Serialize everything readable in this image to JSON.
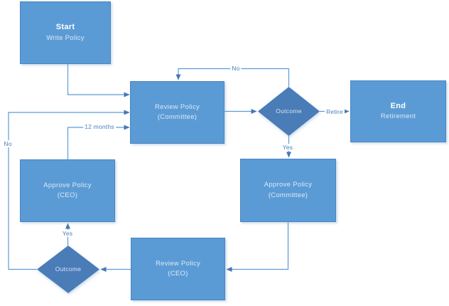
{
  "diagram": {
    "nodes": [
      {
        "id": "start",
        "type": "process",
        "title": "Start",
        "subtitle": "Write Policy"
      },
      {
        "id": "review-committee",
        "type": "process",
        "title": "Review Policy",
        "subtitle": "(Committee)"
      },
      {
        "id": "outcome-top",
        "type": "decision",
        "title": "Outcome"
      },
      {
        "id": "end",
        "type": "process",
        "title": "End",
        "subtitle": "Retirement"
      },
      {
        "id": "approve-committee",
        "type": "process",
        "title": "Approve Policy",
        "subtitle": "(Committee)"
      },
      {
        "id": "review-ceo",
        "type": "process",
        "title": "Review Policy",
        "subtitle": "(CEO)"
      },
      {
        "id": "outcome-bottom",
        "type": "decision",
        "title": "Outcome"
      },
      {
        "id": "approve-ceo",
        "type": "process",
        "title": "Approve Policy",
        "subtitle": "(CEO)"
      }
    ],
    "labels": {
      "outcome_top_no": "No",
      "outcome_top_retire": "Retire",
      "outcome_top_yes": "Yes",
      "approve_ceo_12_months": "12 months",
      "outcome_bottom_no": "No",
      "outcome_bottom_yes": "Yes"
    },
    "colors": {
      "process_fill": "#5b9bd5",
      "process_border": "#4a84c0",
      "decision_fill": "#4a7cb8",
      "connector": "#5b9bd5",
      "arrowhead": "#4577b3",
      "edge_label_text": "#4a7ebb",
      "node_title_text": "#ffffff",
      "node_subtitle_text": "#dbe9f6"
    }
  }
}
